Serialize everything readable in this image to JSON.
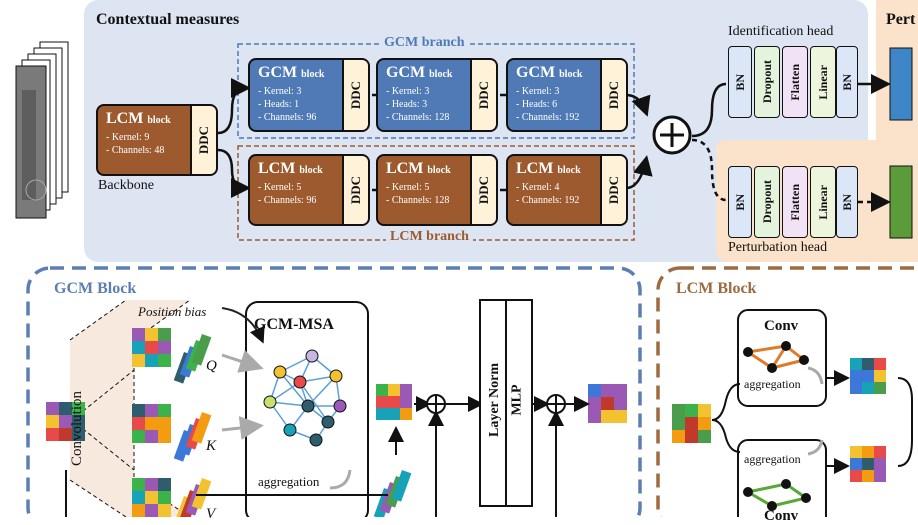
{
  "top": {
    "contextual_title": "Contextual measures",
    "perturb_edge_title": "Pert",
    "gcm_branch_label": "GCM branch",
    "lcm_branch_label": "LCM branch",
    "backbone_label": "Backbone",
    "identification_head": "Identification head",
    "perturbation_head": "Perturbation head",
    "block_suffix": "block",
    "ddc": "DDC",
    "backbone_block": {
      "name": "LCM",
      "params": [
        "- Kernel: 9",
        "- Channels: 48"
      ]
    },
    "gcm_blocks": [
      {
        "name": "GCM",
        "params": [
          "- Kernel: 3",
          "- Heads: 1",
          "- Channels: 96"
        ]
      },
      {
        "name": "GCM",
        "params": [
          "- Kernel: 3",
          "- Heads: 3",
          "- Channels: 128"
        ]
      },
      {
        "name": "GCM",
        "params": [
          "- Kernel: 3",
          "- Heads: 6",
          "- Channels: 192"
        ]
      }
    ],
    "lcm_blocks": [
      {
        "name": "LCM",
        "params": [
          "- Kernel: 5",
          "- Channels: 96"
        ]
      },
      {
        "name": "LCM",
        "params": [
          "- Kernel: 5",
          "- Channels: 128"
        ]
      },
      {
        "name": "LCM",
        "params": [
          "- Kernel: 4",
          "- Channels: 192"
        ]
      }
    ],
    "head_layers": [
      "BN",
      "Dropout",
      "Flatten",
      "Linear",
      "BN"
    ]
  },
  "gcm_block": {
    "title": "GCM Block",
    "position_bias": "Position bias",
    "msa_title": "GCM-MSA",
    "convolution": "Convolution",
    "q": "Q",
    "k": "K",
    "v": "V",
    "aggregation": "aggregation",
    "layer_norm": "Layer Norm",
    "mlp": "MLP"
  },
  "lcm_block": {
    "title": "LCM Block",
    "conv": "Conv",
    "aggregation_top": "aggregation",
    "aggregation_bottom": "aggregation",
    "conv_bottom": "Conv"
  },
  "colors": {
    "gcm_blue": "#4f7ab5",
    "lcm_brown": "#9e5a2f",
    "ddc_cream": "#fff2d9",
    "context_bg": "#dde5f3",
    "perturb_bg": "#fbe3cb"
  }
}
